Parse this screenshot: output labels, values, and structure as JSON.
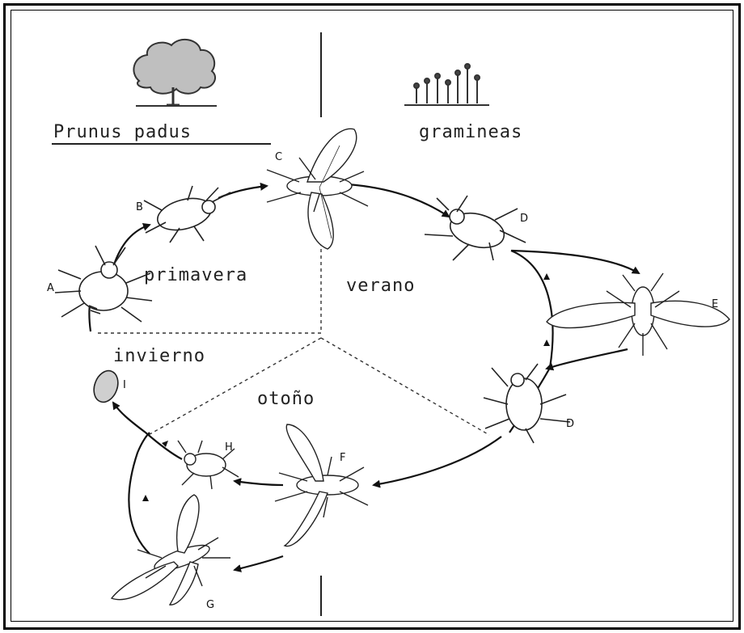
{
  "hosts": {
    "left": "Prunus padus",
    "right": "gramineas"
  },
  "seasons": {
    "spring": "primavera",
    "summer": "verano",
    "winter": "invierno",
    "autumn": "otoño"
  },
  "stages": {
    "A": "A",
    "B": "B",
    "C": "C",
    "D1": "D",
    "E": "E",
    "D2": "D",
    "F": "F",
    "H": "H",
    "I": "I",
    "G": "G"
  }
}
